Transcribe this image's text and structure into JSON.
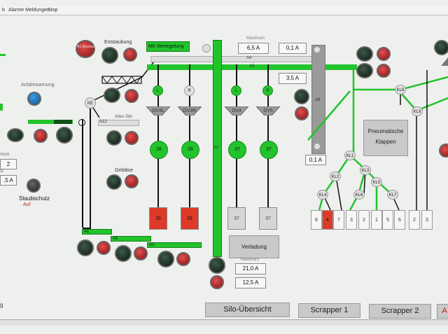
{
  "menu": {
    "item1": "b",
    "item2": "Alarme Meldungen",
    "item3": "Stop"
  },
  "left": {
    "anfahrwarnung": "Anfahrwarnung",
    "staubschutz": "Staubschutz",
    "staubschutz_state": "Auf",
    "frag1": "mum",
    "frag2": "st",
    "val1": "2",
    "val2": ",5 A",
    "side_text": "g"
  },
  "top_left": {
    "entstaubung": "Entstaubung",
    "red_lamp_text": "A1 Drucksch.",
    "ke": "KE",
    "a12": "A12",
    "altes_silo": "Altes Silo",
    "geblaese": "Gebläse"
  },
  "center": {
    "mit_verriegelung": "Mit Verriegelung",
    "maximum_top": "Maximum",
    "a_top1": "6,5 A",
    "a_top2": "0,1 A",
    "a4": "A4",
    "a5": "A5",
    "a_top3": "3,5 A",
    "ports": [
      "L",
      "R",
      "L",
      "R"
    ],
    "funnels": [
      "DV3L",
      "DV3R",
      "DV4",
      "DV5"
    ],
    "motors": [
      "26",
      "26",
      "37",
      "37"
    ],
    "silos": [
      "26",
      "26",
      "37",
      "37"
    ],
    "a3": "A3",
    "a1": "A1",
    "a3b": "A3",
    "a2": "A2",
    "verladung": "Verladung",
    "maximum_bottom": "Maximum",
    "a_bottom1": "21,0 A",
    "a_bottom2": "12,5 A"
  },
  "right": {
    "a8": "A8",
    "a8_val": "0,1 A",
    "pneumatische": "Pneumatische Klappen",
    "nodes": [
      "KL8",
      "KL9",
      "KL1",
      "KL2",
      "KL3",
      "KL4",
      "KL6",
      "KL5",
      "KL7"
    ],
    "cells": [
      "8",
      "4",
      "7",
      "3",
      "2",
      "1",
      "5",
      "6",
      "2",
      "3"
    ]
  },
  "buttons": {
    "silo": "Silo-Übersicht",
    "scrapper1": "Scrapper 1",
    "scrapper2": "Scrapper 2",
    "alarm": "A"
  },
  "colors": {
    "active": "#22c42b",
    "alarm": "#dd3a2a",
    "background": "#eef0ee"
  }
}
